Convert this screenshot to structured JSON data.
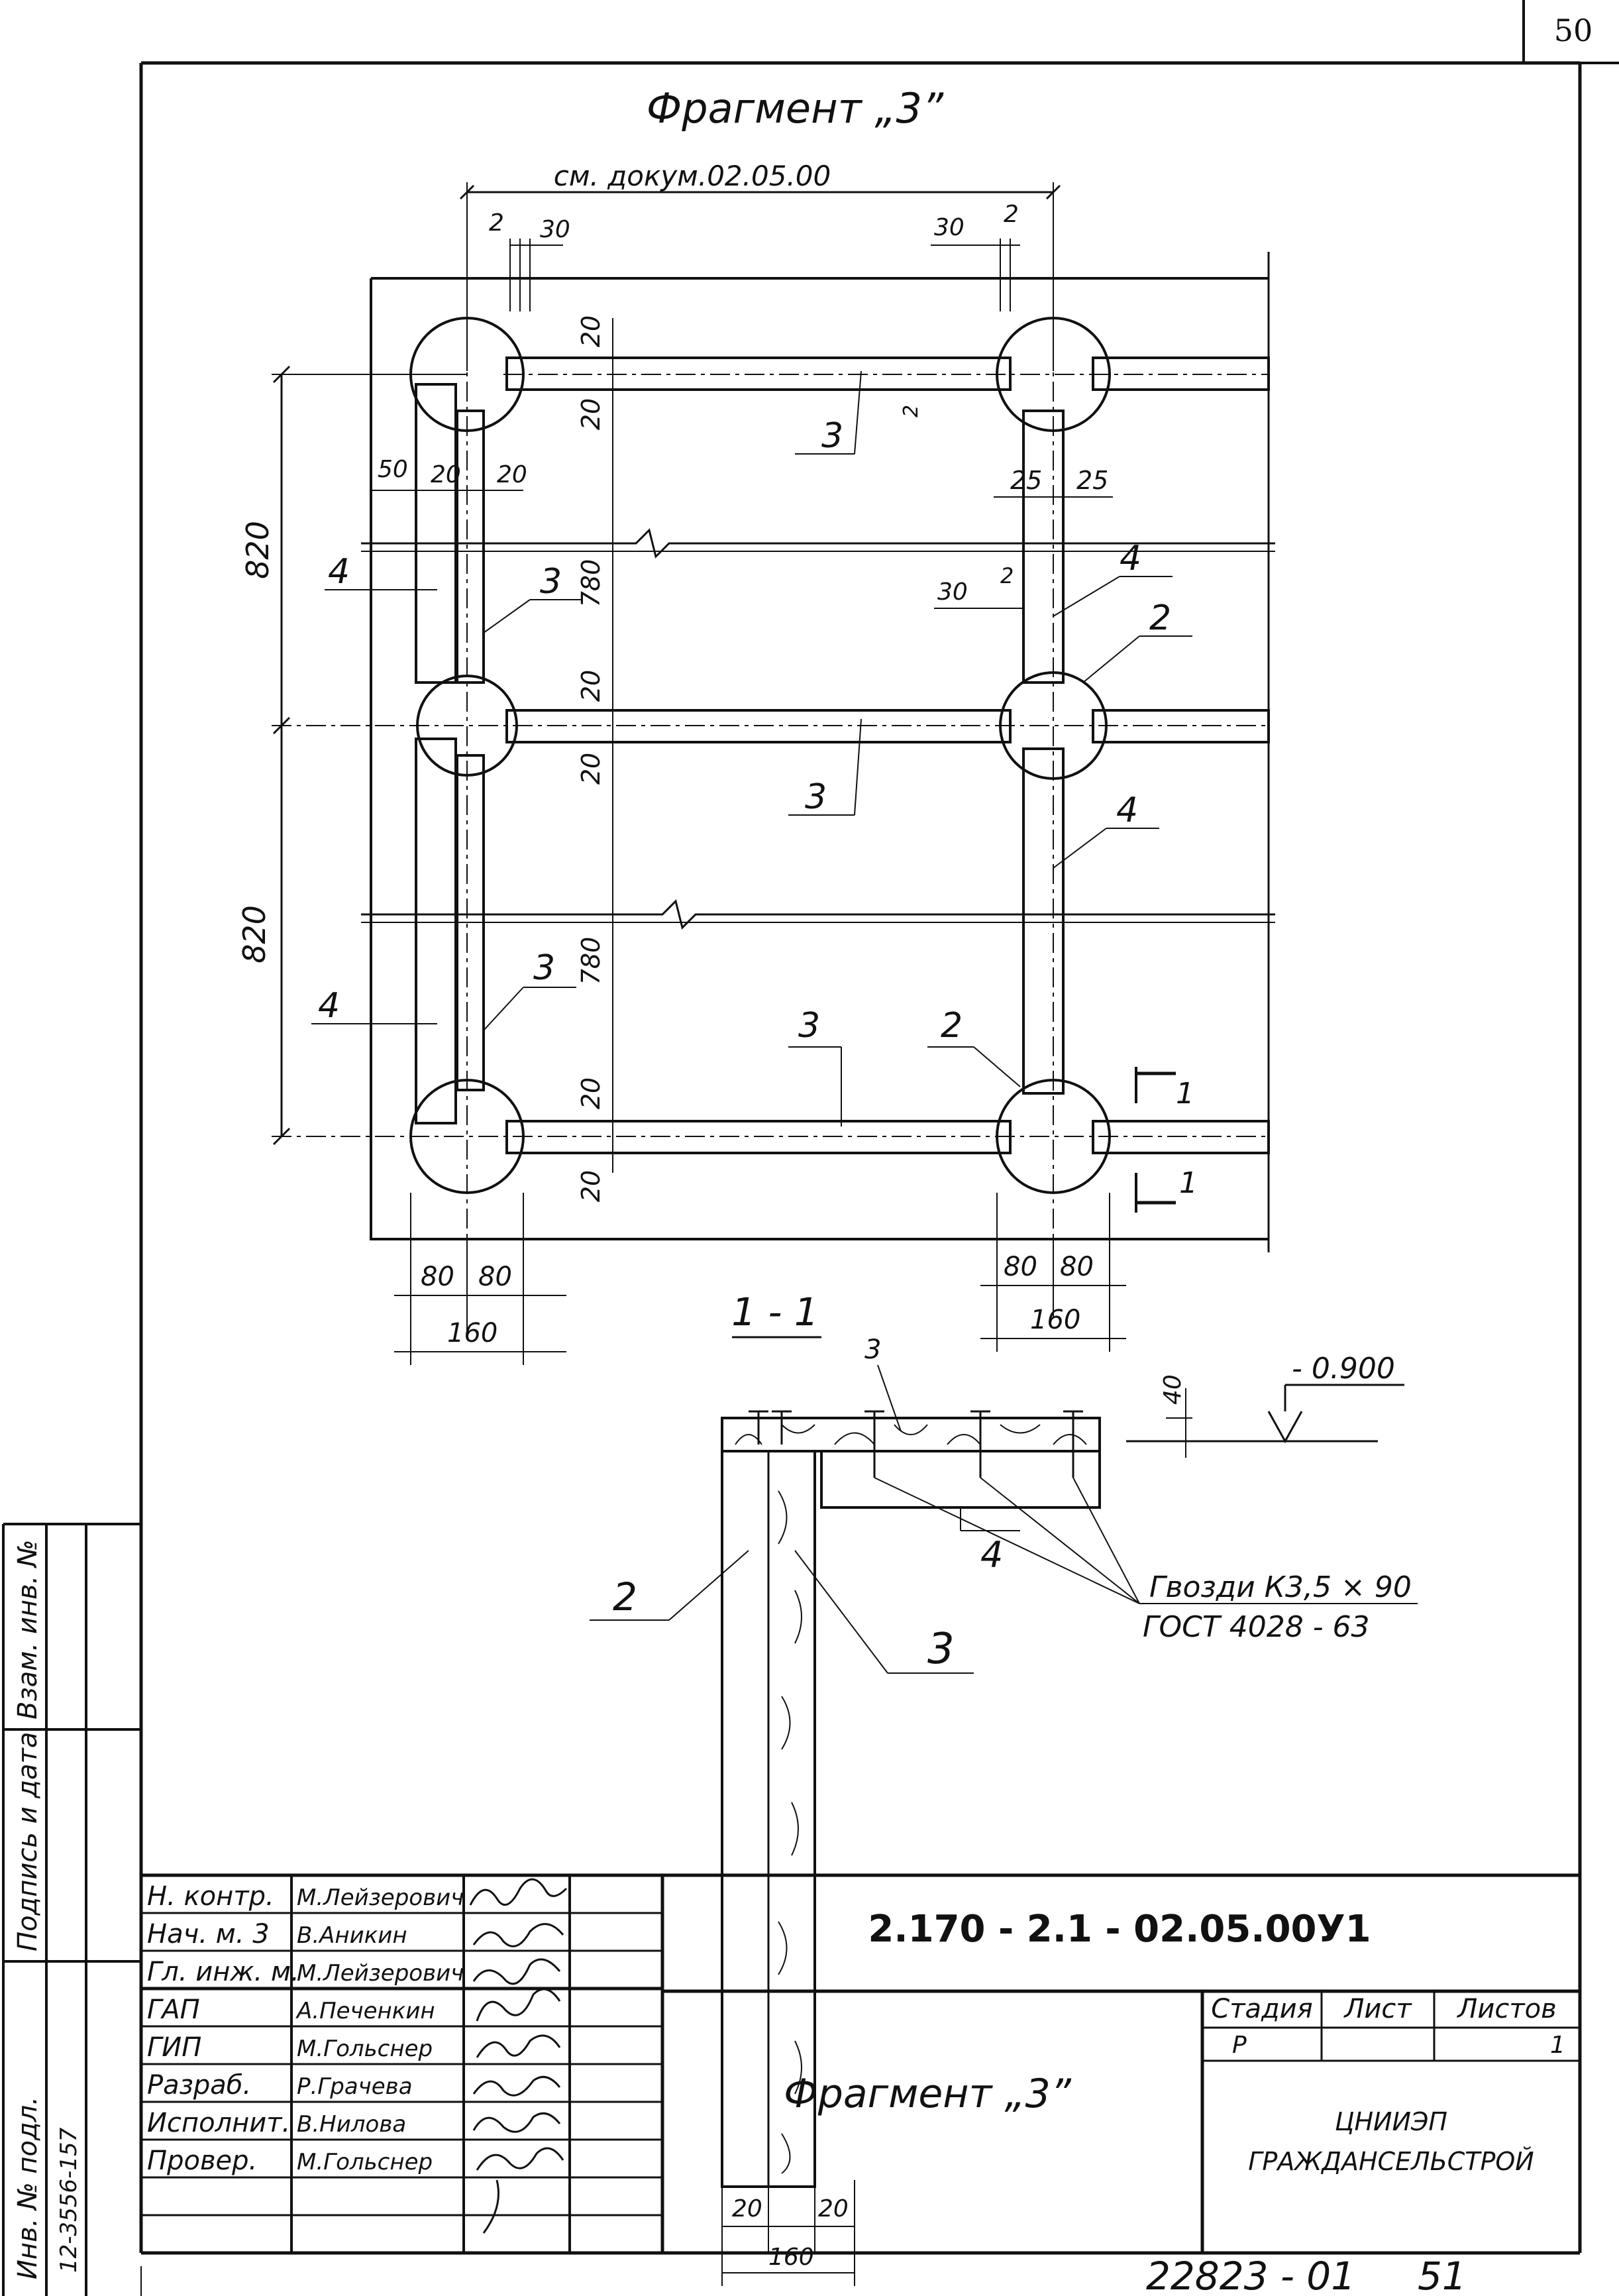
{
  "page_number": "50",
  "title": "Фрагмент „3”",
  "plan": {
    "ref_doc": "см. докум.02.05.00",
    "dims_top_left": [
      "2",
      "30"
    ],
    "dims_top_right": [
      "30",
      "2"
    ],
    "dim_2_small": "2",
    "dims_left_row": [
      "50",
      "20",
      "20"
    ],
    "dims_right_row": [
      "25",
      "25"
    ],
    "dims_mid_right": [
      "30",
      "2"
    ],
    "vertical_dims": [
      "20",
      "20",
      "780",
      "20",
      "20",
      "780",
      "20",
      "20"
    ],
    "height_dims": [
      "820",
      "820"
    ],
    "bottom_left_dims": [
      "80",
      "80",
      "160"
    ],
    "bottom_right_dims": [
      "80",
      "80",
      "160"
    ],
    "callouts": [
      "3",
      "4",
      "3",
      "4",
      "2",
      "3",
      "4",
      "4",
      "3",
      "3",
      "2"
    ],
    "section_mark": "1"
  },
  "section": {
    "title": "1 - 1",
    "label_3_top": "3",
    "elevation": "- 0.900",
    "dim_40": "40",
    "label_2": "2",
    "label_3": "3",
    "label_4": "4",
    "nails_line1": "Гвозди К3,5 × 90",
    "nails_line2": "ГОСТ 4028 - 63",
    "dims_bottom": [
      "20",
      "20",
      "160"
    ]
  },
  "side_stamp": {
    "col1": "Взам. инв. №",
    "col2": "Подпись и дата",
    "col3": "Инв. № подл.",
    "inv_number": "12-3556-157"
  },
  "title_block": {
    "roles": [
      "Н. контр.",
      "Нач. м. 3",
      "Гл. инж. м.",
      "ГАП",
      "ГИП",
      "Разраб.",
      "Исполнит.",
      "Провер."
    ],
    "names": [
      "М.Лейзерович",
      "В.Аникин",
      "М.Лейзерович",
      "А.Печенкин",
      "М.Гольснер",
      "Р.Грачева",
      "В.Нилова",
      "М.Гольснер"
    ],
    "doc_code": "2.170 - 2.1 - 02.05.00У1",
    "sheet_title": "Фрагмент „3”",
    "stage_label": "Стадия",
    "sheet_label": "Лист",
    "sheets_label": "Листов",
    "stage_value": "Р",
    "sheets_value": "1",
    "org_line1": "ЦНИИЭП",
    "org_line2": "ГРАЖДАНСЕЛЬСТРОЙ"
  },
  "footer_code": "22823 - 01",
  "footer_page": "51"
}
